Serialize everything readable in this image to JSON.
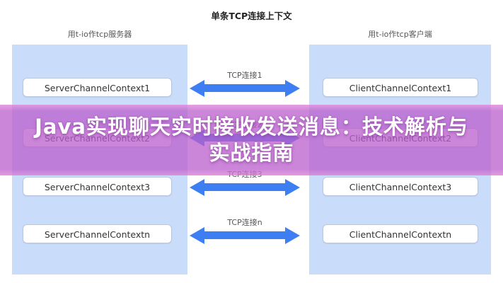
{
  "title": "单条TCP连接上下文",
  "headers": {
    "server": "用t-io作tcp服务器",
    "client": "用t-io作tcp客户端"
  },
  "rows": [
    {
      "server": "ServerChannelContext1",
      "client": "ClientChannelContext1",
      "label": "TCP连接1"
    },
    {
      "server": "ServerChannelContext2",
      "client": "ClientChannelContext2",
      "label": "TCP连接2"
    },
    {
      "server": "ServerChannelContext3",
      "client": "ClientChannelContext3",
      "label": "TCP连接3"
    },
    {
      "server": "ServerChannelContextn",
      "client": "ClientChannelContextn",
      "label": "TCP连接n"
    }
  ],
  "banner": {
    "line1": "Java实现聊天实时接收发送消息：技术解析与",
    "line2": "实战指南"
  },
  "colors": {
    "panel_blue": "#c9dcfa",
    "arrow_blue": "#3d7ef2",
    "banner_purple": "#bb5fcd",
    "node_border": "#b9c6e0",
    "banner_text": "#ffffff"
  }
}
